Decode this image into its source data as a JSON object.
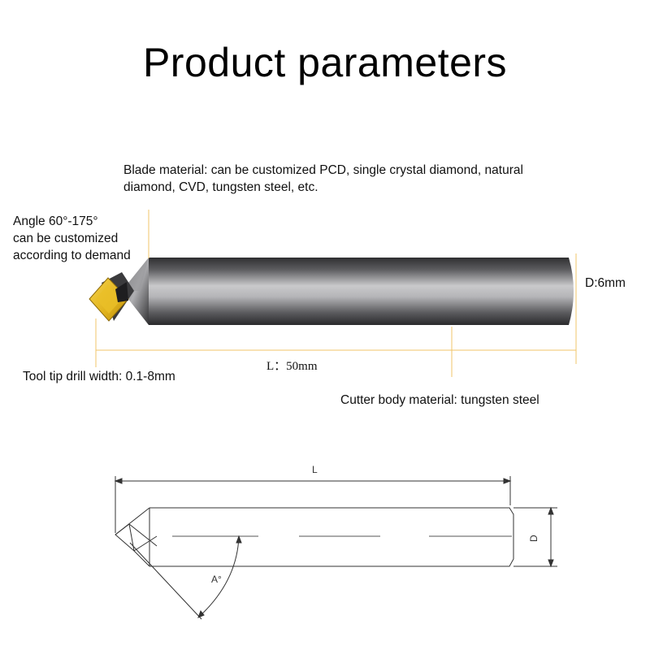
{
  "title": "Product parameters",
  "photo": {
    "blade_material": "Blade material: can be customized PCD, single crystal diamond, natural diamond, CVD, tungsten steel, etc.",
    "angle_note_line1": "Angle 60°-175°",
    "angle_note_line2": "can be customized",
    "angle_note_line3": "according to demand",
    "diameter": "D:6mm",
    "length": "L：50mm",
    "tip_width": "Tool tip drill width: 0.1-8mm",
    "body_material": "Cutter body material: tungsten steel"
  },
  "drawing": {
    "length_symbol": "L",
    "diameter_symbol": "D",
    "angle_symbol": "A°"
  },
  "colors": {
    "dimension_line": "#f0c46a",
    "insert_gold": "#e0b21c",
    "shank_dark": "#3a3a3c",
    "shank_light": "#c9c9cb",
    "drawing_line": "#333333"
  }
}
